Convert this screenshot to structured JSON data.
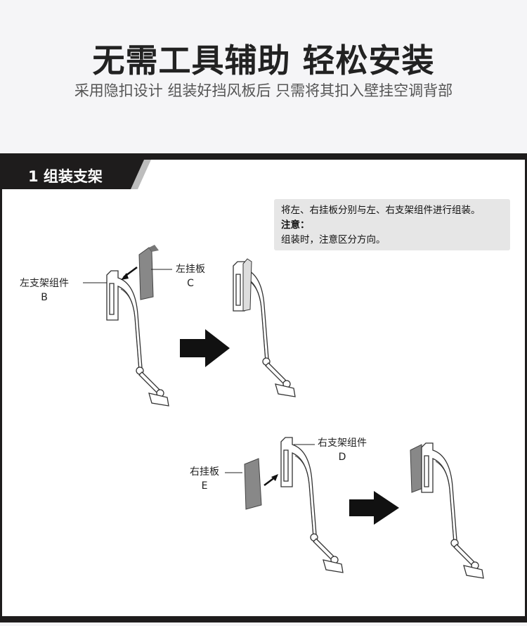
{
  "header": {
    "title": "无需工具辅助  轻松安装",
    "subtitle": "采用隐扣设计 组装好挡风板后 只需将其扣入壁挂空调背部"
  },
  "section": {
    "label": "1 组装支架"
  },
  "note": {
    "line1": "将左、右挂板分别与左、右支架组件进行组装。",
    "heading": "注意：",
    "line2": "组装时，注意区分方向。"
  },
  "labels": {
    "left_bracket": "左支架组件",
    "left_bracket_code": "B",
    "left_plate": "左挂板",
    "left_plate_code": "C",
    "right_bracket": "右支架组件",
    "right_bracket_code": "D",
    "right_plate": "右挂板",
    "right_plate_code": "E"
  }
}
